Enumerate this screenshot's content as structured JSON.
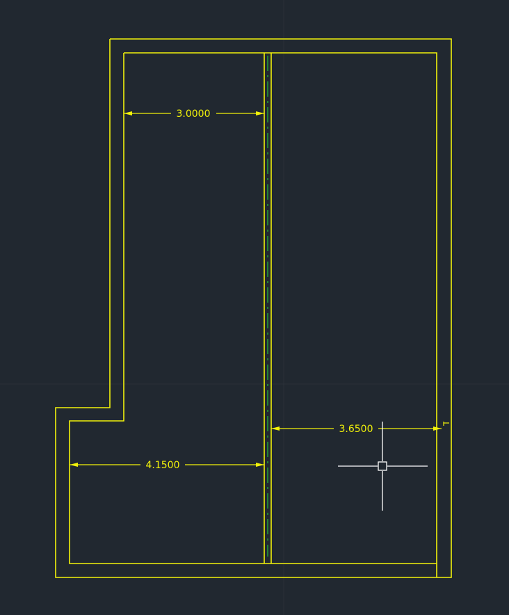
{
  "colors": {
    "background": "#212830",
    "grid": "#2a3139",
    "geometry": "#f2f20a",
    "center_line": "#1fbf3a",
    "crosshair": "#ffffff"
  },
  "dimensions": {
    "top_left": "3.0000",
    "bottom_left": "4.1500",
    "right": "3.6500"
  },
  "cursor": {
    "icon": "crosshair-pickbox-icon"
  }
}
